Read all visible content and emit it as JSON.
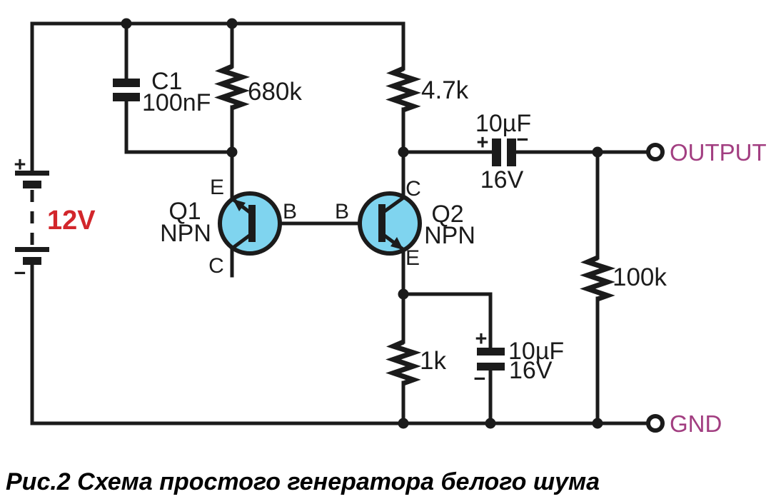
{
  "colors": {
    "wire": "#1b1b1b",
    "transistor_fill": "#7fd4ef",
    "battery_label_red": "#d2262b",
    "terminal_label_purple": "#a23e81",
    "background": "#ffffff"
  },
  "battery": {
    "voltage": "12V",
    "plus": "+",
    "minus": "−"
  },
  "capacitors": {
    "c1": {
      "name": "C1",
      "value": "100nF"
    },
    "output_cap": {
      "value": "10µF",
      "voltage": "16V",
      "plus": "+",
      "minus": "−"
    },
    "emitter_cap": {
      "value": "10µF",
      "voltage": "16V",
      "plus": "+",
      "minus": "−"
    }
  },
  "resistors": {
    "r_base": "680k",
    "r_collector": "4.7k",
    "r_load": "100k",
    "r_emitter": "1k"
  },
  "transistors": {
    "q1": {
      "name": "Q1",
      "type": "NPN",
      "emitter": "E",
      "base": "B",
      "collector": "C"
    },
    "q2": {
      "name": "Q2",
      "type": "NPN",
      "emitter": "E",
      "base": "B",
      "collector": "C"
    }
  },
  "terminals": {
    "output": "OUTPUT",
    "ground": "GND"
  },
  "caption": "Рис.2 Схема простого генератора белого шума"
}
